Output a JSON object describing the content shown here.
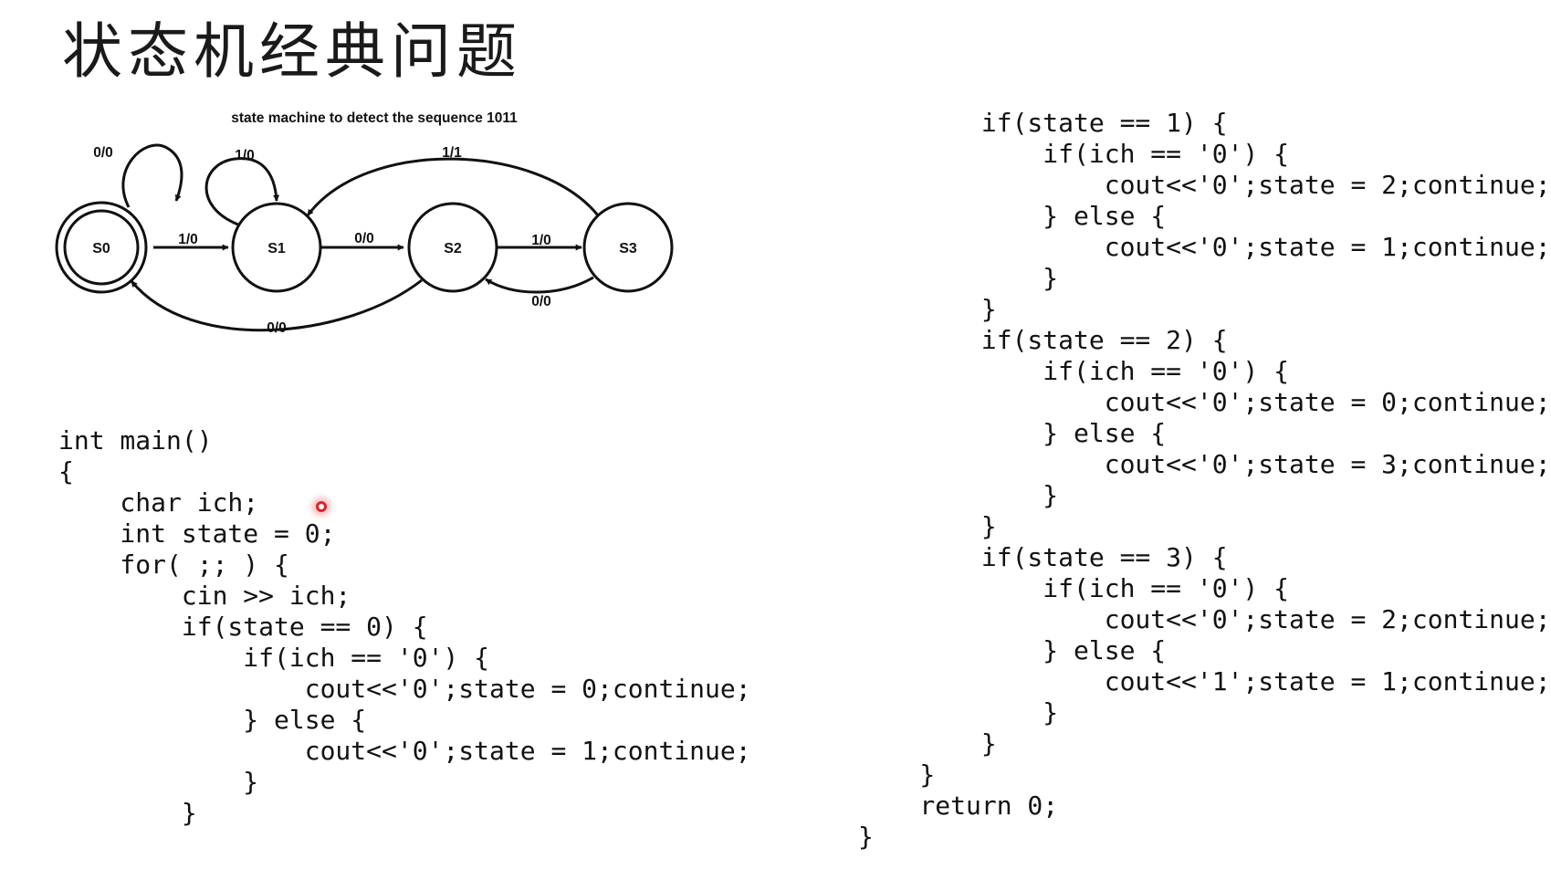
{
  "slide": {
    "title": "状态机经典问题"
  },
  "diagram": {
    "title": "state machine to detect  the sequence 1011",
    "states": [
      "S0",
      "S1",
      "S2",
      "S3"
    ],
    "transitions": [
      {
        "from": "S0",
        "to": "S0",
        "label": "0/0"
      },
      {
        "from": "S0",
        "to": "S1",
        "label": "1/0"
      },
      {
        "from": "S1",
        "to": "S1",
        "label": "1/0"
      },
      {
        "from": "S1",
        "to": "S2",
        "label": "0/0"
      },
      {
        "from": "S2",
        "to": "S3",
        "label": "1/0"
      },
      {
        "from": "S3",
        "to": "S1",
        "label": "1/1"
      },
      {
        "from": "S3",
        "to": "S2",
        "label": "0/0"
      },
      {
        "from": "S2",
        "to": "S0",
        "label": "0/0"
      }
    ]
  },
  "code": {
    "left": [
      "int main()",
      "{",
      "    char ich;",
      "    int state = 0;",
      "    for( ;; ) {",
      "        cin >> ich;",
      "        if(state == 0) {",
      "            if(ich == '0') {",
      "                cout<<'0';state = 0;continue;",
      "            } else {",
      "                cout<<'0';state = 1;continue;",
      "            }",
      "        }"
    ],
    "right": [
      "        if(state == 1) {",
      "            if(ich == '0') {",
      "                cout<<'0';state = 2;continue;",
      "            } else {",
      "                cout<<'0';state = 1;continue;",
      "            }",
      "        }",
      "        if(state == 2) {",
      "            if(ich == '0') {",
      "                cout<<'0';state = 0;continue;",
      "            } else {",
      "                cout<<'0';state = 3;continue;",
      "            }",
      "        }",
      "        if(state == 3) {",
      "            if(ich == '0') {",
      "                cout<<'0';state = 2;continue;",
      "            } else {",
      "                cout<<'1';state = 1;continue;",
      "            }",
      "        }",
      "    }",
      "    return 0;",
      "}"
    ]
  }
}
